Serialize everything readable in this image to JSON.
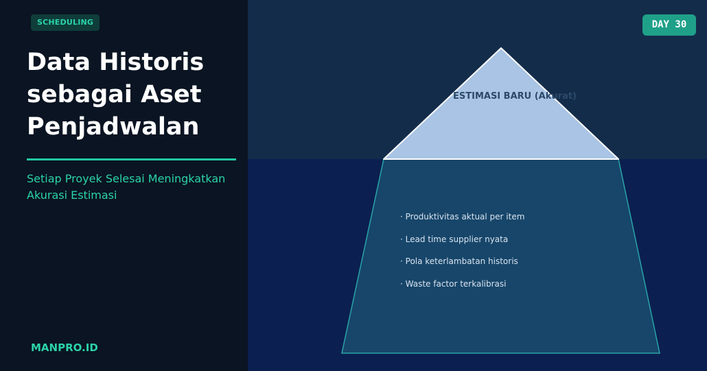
{
  "tag": "SCHEDULING",
  "title_lines": [
    "Data Historis",
    "sebagai Aset",
    "Penjadwalan"
  ],
  "subtitle": "Setiap Proyek Selesai Meningkatkan Akurasi Estimasi",
  "brand": "MANPRO.ID",
  "day_badge": "DAY 30",
  "iceberg": {
    "tip_label": "ESTIMASI BARU (Akurat)",
    "base_items": [
      "· Produktivitas aktual per item",
      "· Lead time supplier nyata",
      "· Pola keterlambatan historis",
      "· Waste factor terkalibrasi"
    ]
  },
  "colors": {
    "accent": "#2bd3a8",
    "tip_fill": "#a9c4e4",
    "base_fill": "#17466a",
    "base_stroke": "#2aa3a8"
  }
}
